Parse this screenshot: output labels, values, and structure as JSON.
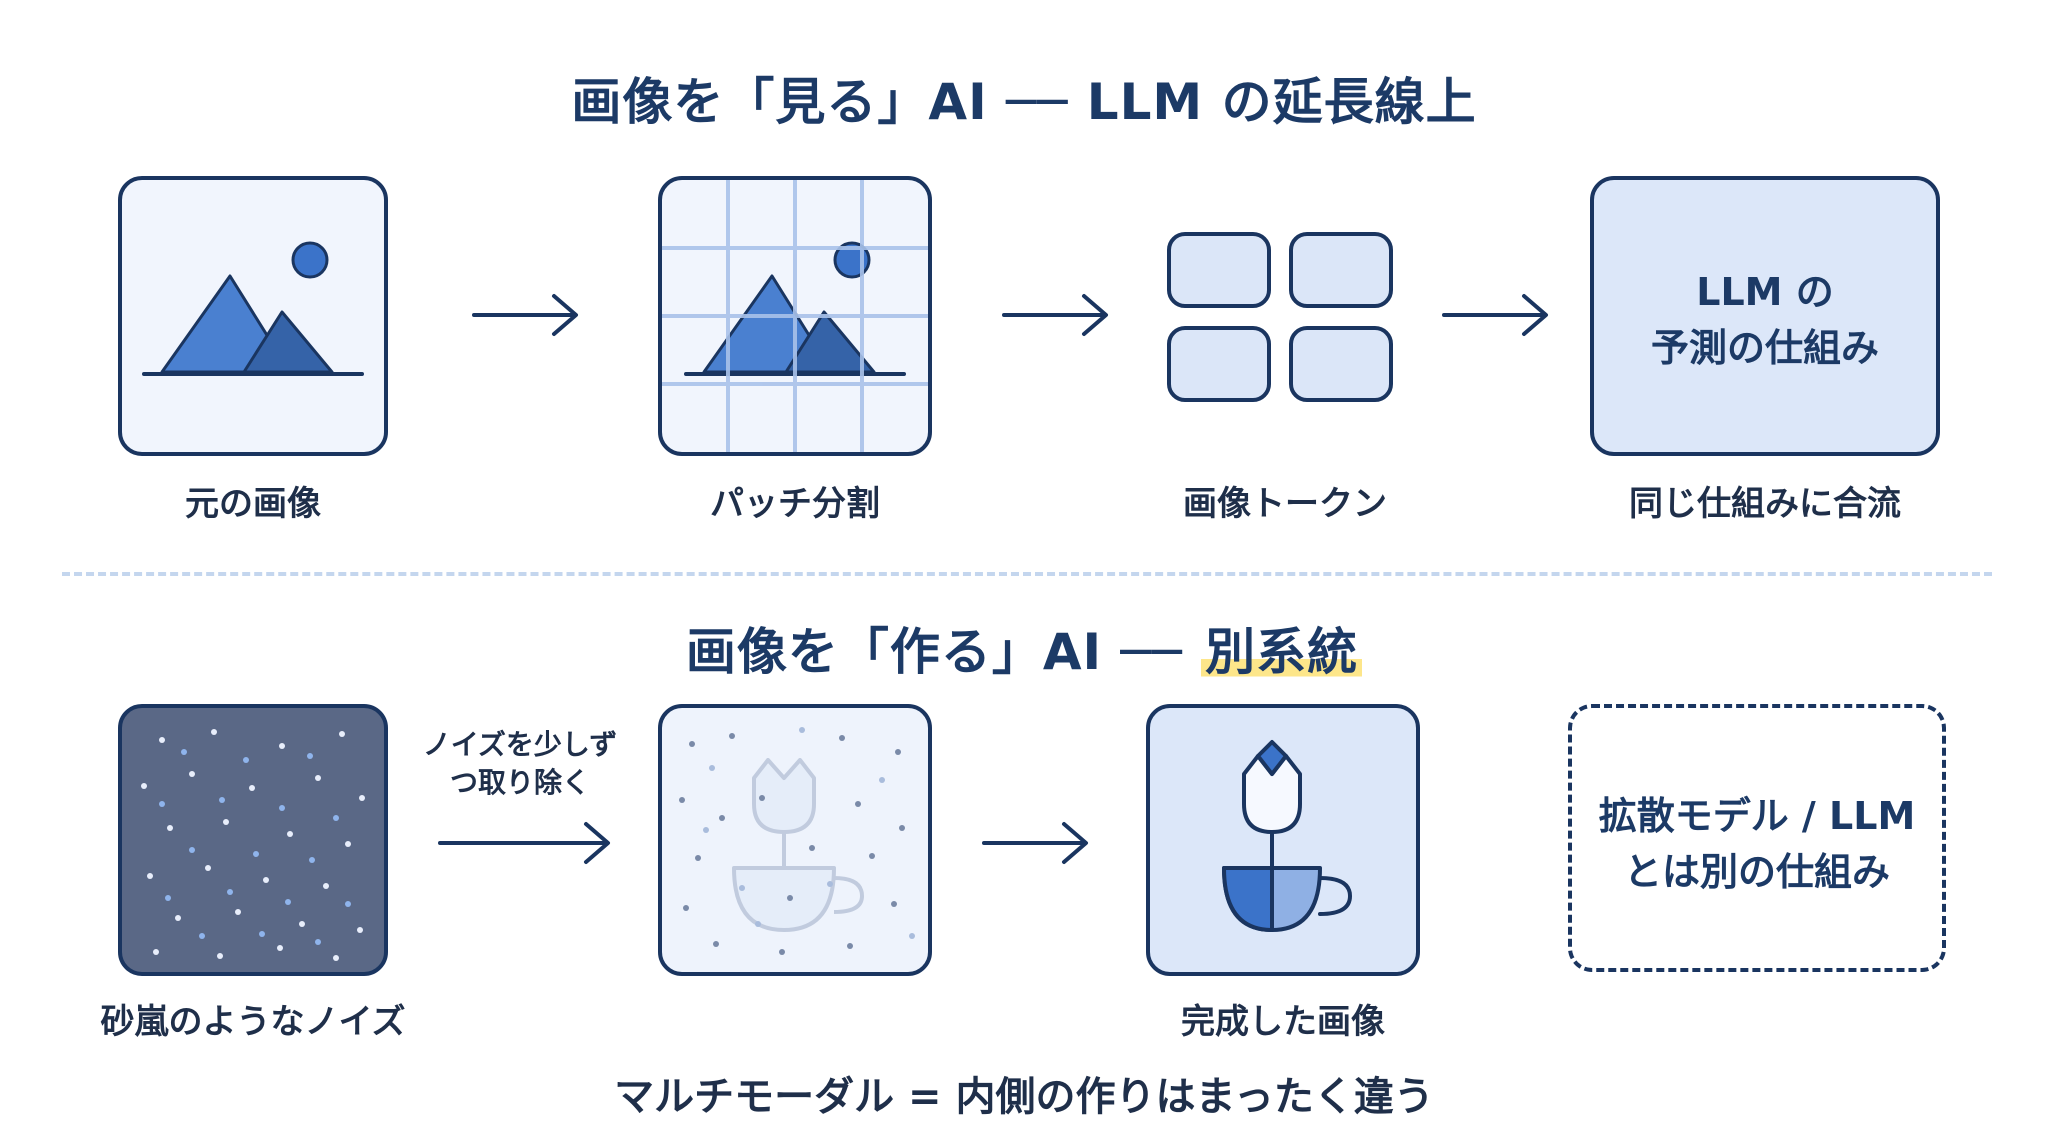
{
  "top": {
    "title": "画像を「見る」AI ── LLM の延長線上",
    "steps": [
      {
        "caption": "元の画像"
      },
      {
        "caption": "パッチ分割"
      },
      {
        "caption": "画像トークン"
      },
      {
        "caption": "同じ仕組みに合流",
        "box_line1": "LLM の",
        "box_line2": "予測の仕組み"
      }
    ]
  },
  "bottom": {
    "title_prefix": "画像を「作る」AI ── ",
    "title_highlight": "別系統",
    "noise_arrow_line1": "ノイズを少しず",
    "noise_arrow_line2": "つ取り除く",
    "steps": [
      {
        "caption": "砂嵐のようなノイズ"
      },
      {
        "caption": ""
      },
      {
        "caption": "完成した画像"
      }
    ],
    "dashed_box_line1": "拡散モデル / LLM",
    "dashed_box_line2": "とは別の仕組み"
  },
  "footer": "マルチモーダル = 内側の作りはまったく違う",
  "colors": {
    "navy": "#1a3560",
    "blue": "#3b73c9",
    "light_blue": "#e3ecfb",
    "highlight": "#fde68a",
    "noise_bg": "#5a6886"
  },
  "icons": [
    "mountain-sun-icon",
    "grid-overlay-icon",
    "token-blocks-icon",
    "arrow-right-icon",
    "tulip-cup-icon"
  ]
}
